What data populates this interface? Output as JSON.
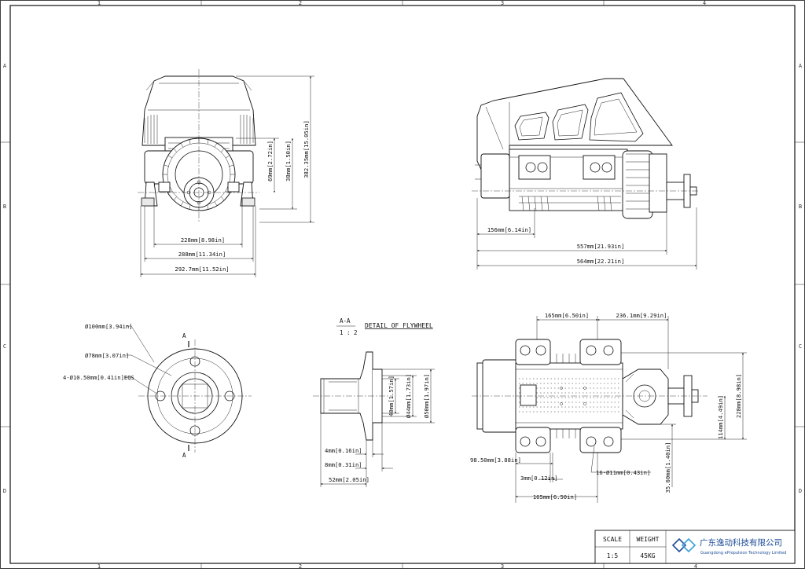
{
  "zones": {
    "columns": [
      "1",
      "2",
      "3",
      "4"
    ],
    "rows": [
      "A",
      "B",
      "C",
      "D"
    ]
  },
  "front_view": {
    "dims": {
      "h_total": "382.35mm[15.05in]",
      "h_69": "69mm[2.72in]",
      "h_38": "38mm[1.50in]",
      "w_228": "228mm[8.98in]",
      "w_288": "288mm[11.34in]",
      "w_292": "292.7mm[11.52in]"
    }
  },
  "side_view": {
    "dims": {
      "l_156": "156mm[6.14in]",
      "l_557": "557mm[21.93in]",
      "l_564": "564mm[22.21in]"
    }
  },
  "flywheel_face": {
    "section_mark": "A",
    "dims": {
      "d_100": "Ø100mm[3.94in]",
      "d_78": "Ø78mm[3.07in]",
      "holes": "4-Ø10.50mm[0.41in]EQS"
    }
  },
  "flywheel_detail": {
    "section_label": "A-A",
    "scale": "1 : 2",
    "title": "DETAIL OF FLYWHEEL",
    "dims": {
      "h_40": "40mm[1.57in]",
      "d_44": "Ø44mm[1.73in]",
      "d_50": "Ø50mm[1.97in]",
      "t_4": "4mm[0.16in]",
      "t_8": "8mm[0.31in]",
      "t_52": "52mm[2.05in]"
    }
  },
  "top_view": {
    "dims": {
      "w_165_top": "165mm[6.50in]",
      "w_236": "236.1mm[9.29in]",
      "h_228": "228mm[8.98in]",
      "h_114": "114mm[4.49in]",
      "h_35": "35.60mm[1.40in]",
      "w_98": "98.50mm[3.88in]",
      "w_3": "3mm[0.12in]",
      "holes": "16-Ø11mm[0.43in]",
      "w_165_bot": "165mm[6.50in]"
    }
  },
  "title_block": {
    "scale_label": "SCALE",
    "scale_value": "1:5",
    "weight_label": "WEIGHT",
    "weight_value": "45KG",
    "company_cn": "广东逸动科技有限公司",
    "company_en": "Guangdong ePropulsion Technology Limited",
    "brand_color": "#1f4e9a"
  }
}
